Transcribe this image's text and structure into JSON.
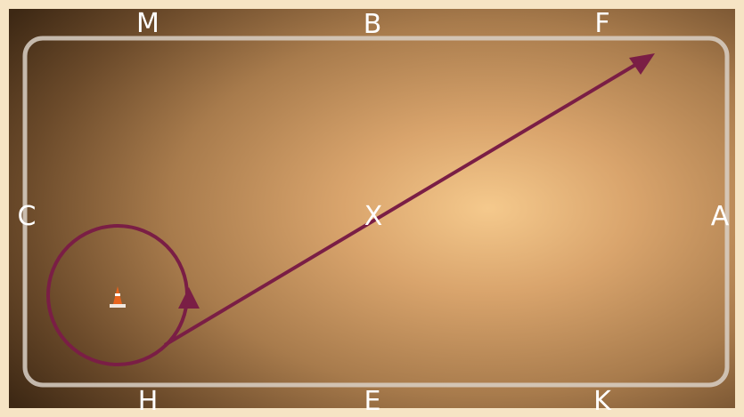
{
  "arena": {
    "letters": {
      "top": [
        "M",
        "B",
        "F"
      ],
      "bottom": [
        "H",
        "E",
        "K"
      ],
      "left": "C",
      "right": "A",
      "center": "X"
    }
  },
  "colors": {
    "border": "#d9d0c6",
    "path": "#7a1e45",
    "letter": "#ffffff",
    "cone": "#e8641e"
  },
  "icons": {
    "marker": "traffic-cone-icon"
  }
}
